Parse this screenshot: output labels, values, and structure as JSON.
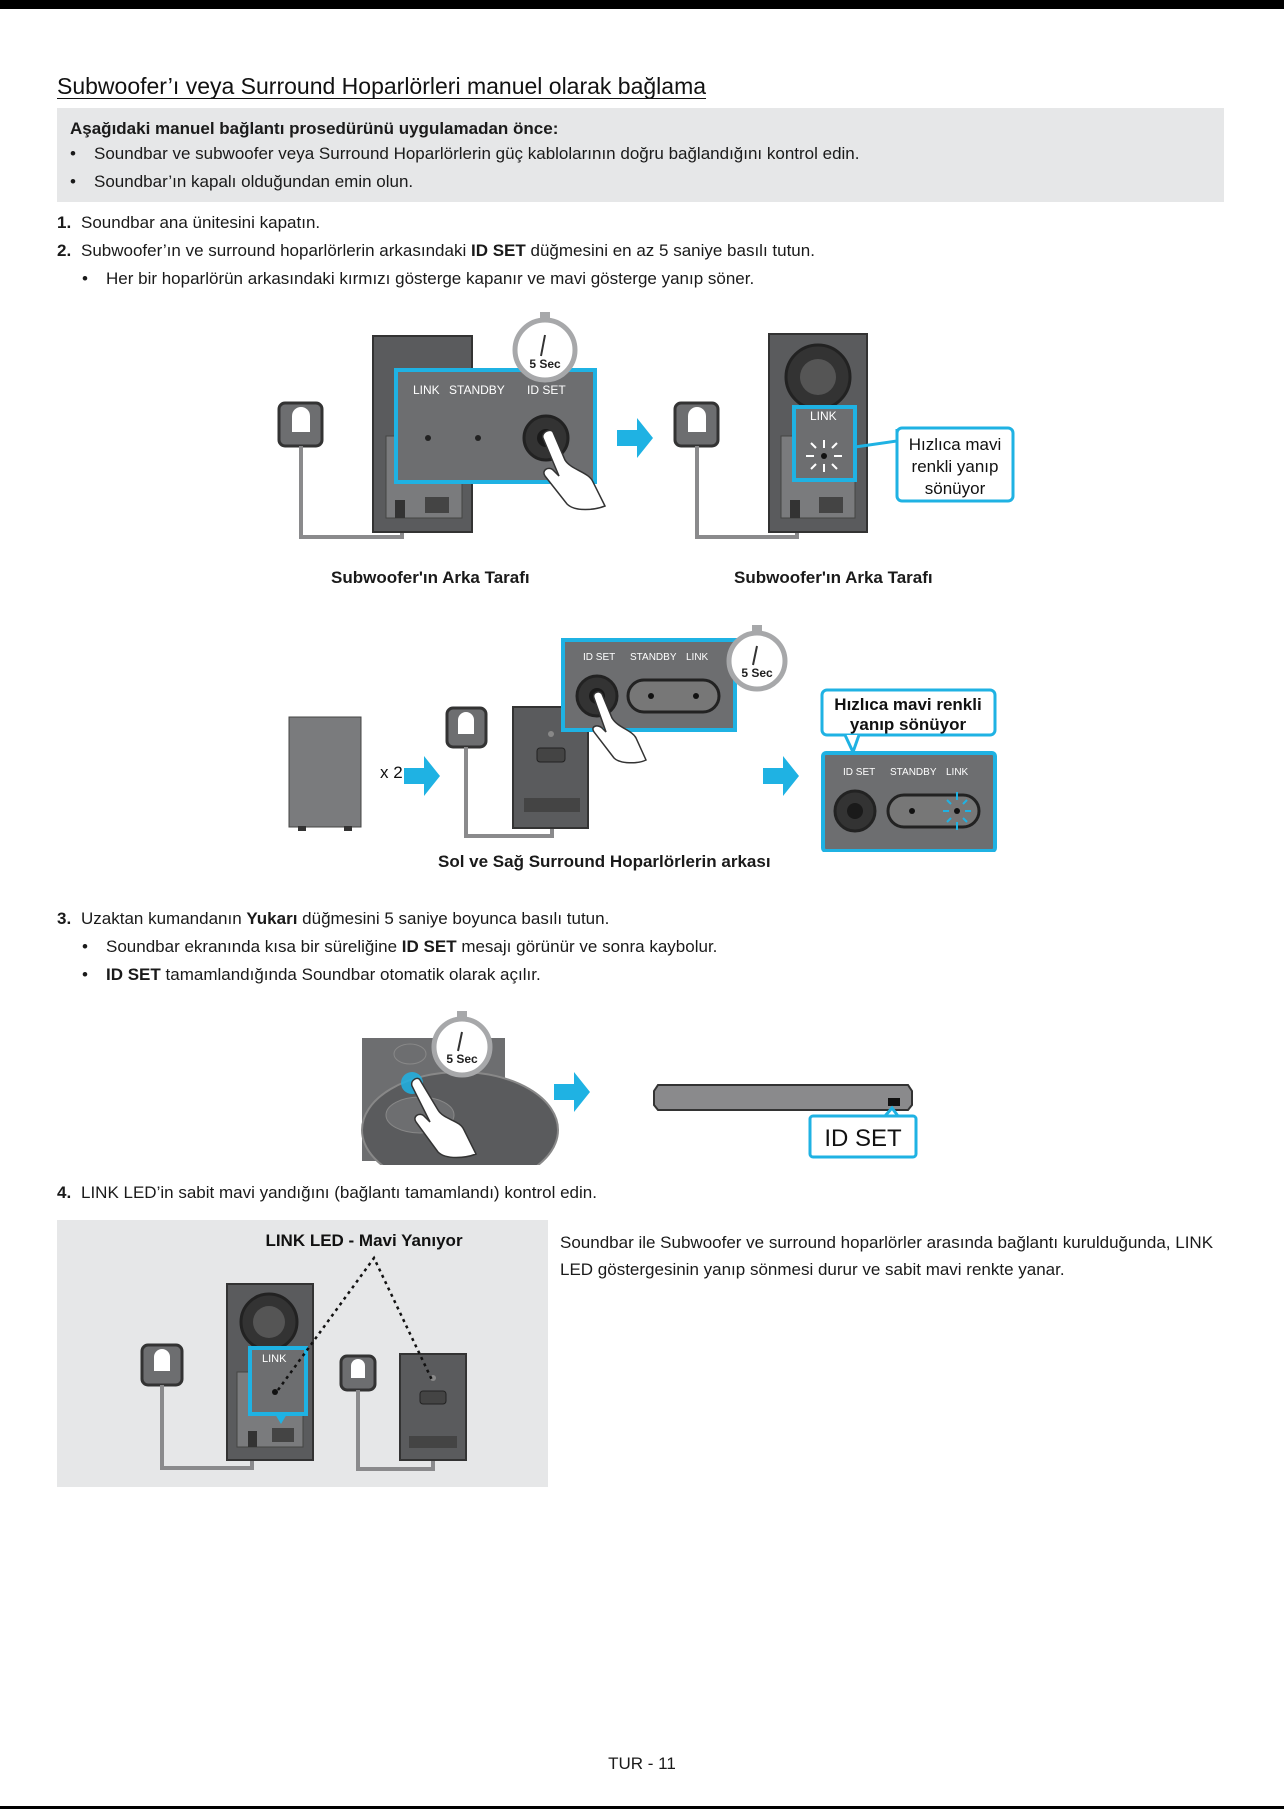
{
  "title": "Subwoofer’ı veya Surround Hoparlörleri manuel olarak bağlama",
  "note": {
    "heading": "Aşağıdaki manuel bağlantı prosedürünü uygulamadan önce:",
    "bullet_char": "•",
    "bullets": [
      "Soundbar ve subwoofer veya Surround Hoparlörlerin güç kablolarının doğru bağlandığını kontrol edin.",
      "Soundbar’ın kapalı olduğundan emin olun."
    ]
  },
  "steps": {
    "s1": {
      "num": "1.",
      "text": "Soundbar ana ünitesini kapatın."
    },
    "s2": {
      "num": "2.",
      "pre": "Subwoofer’ın ve surround hoparlörlerin arkasındaki ",
      "bold": "ID SET",
      "post": " düğmesini en az 5 saniye basılı tutun.",
      "bullet": "Her bir hoparlörün arkasındaki kırmızı gösterge kapanır ve mavi gösterge yanıp söner."
    },
    "s3": {
      "num": "3.",
      "pre": "Uzaktan kumandanın ",
      "bold": "Yukarı",
      "post": " düğmesini 5 saniye boyunca basılı tutun.",
      "b1_pre": "Soundbar ekranında kısa bir süreliğine ",
      "b1_bold": "ID SET",
      "b1_post": " mesajı görünür ve sonra kaybolur.",
      "b2_bold": "ID SET",
      "b2_post": " tamamlandığında Soundbar otomatik olarak açılır."
    },
    "s4": {
      "num": "4.",
      "text": "LINK LED’in sabit mavi yandığını (bağlantı tamamlandı) kontrol edin."
    }
  },
  "figure1": {
    "timer": "5 Sec",
    "panel_labels": [
      "LINK",
      "STANDBY",
      "ID SET"
    ],
    "link_label": "LINK",
    "callout": [
      "Hızlıca mavi",
      "renkli yanıp",
      "sönüyor"
    ],
    "caption_left": "Subwoofer'ın Arka Tarafı",
    "caption_right": "Subwoofer'ın Arka Tarafı"
  },
  "figure2": {
    "timer": "5 Sec",
    "panel_labels": [
      "ID SET",
      "STANDBY",
      "LINK"
    ],
    "multiplier": "x 2",
    "callout": [
      "Hızlıca mavi renkli",
      "yanıp sönüyor"
    ],
    "caption": "Sol ve Sağ Surround Hoparlörlerin arkası"
  },
  "figure3": {
    "timer": "5 Sec",
    "display_label": "ID SET"
  },
  "figure4": {
    "heading": "LINK LED - Mavi Yanıyor",
    "link_label": "LINK"
  },
  "step4_description": "Soundbar ile Subwoofer ve surround hoparlörler arasında bağlantı kurulduğunda, LINK LED göstergesinin yanıp sönmesi durur ve sabit mavi renkte yanar.",
  "footer": "TUR - 11",
  "colors": {
    "accent": "#1fb2e3",
    "speaker": "#8a8a8c",
    "panel": "#6d6e70"
  }
}
